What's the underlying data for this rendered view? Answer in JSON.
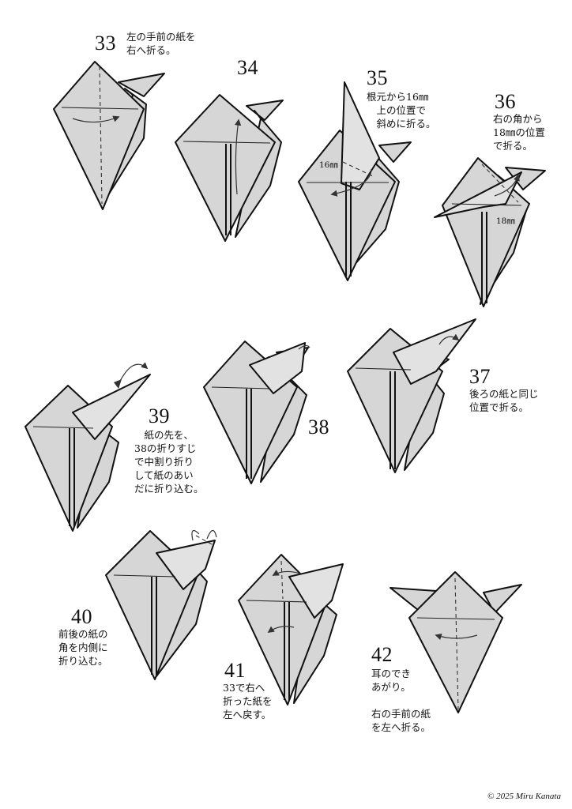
{
  "steps": [
    {
      "id": "33",
      "number": "33",
      "text": "左の手前の紙を\n右へ折る。"
    },
    {
      "id": "34",
      "number": "34",
      "text": ""
    },
    {
      "id": "35",
      "number": "35",
      "text": "根元から16㎜\n　上の位置で\n　斜めに折る。",
      "dimension": "16㎜"
    },
    {
      "id": "36",
      "number": "36",
      "text": "右の角から\n18㎜の位置\nで折る。",
      "dimension": "18㎜"
    },
    {
      "id": "37",
      "number": "37",
      "text": "後ろの紙と同じ\n位置で折る。"
    },
    {
      "id": "38",
      "number": "38",
      "text": ""
    },
    {
      "id": "39",
      "number": "39",
      "text": "　紙の先を、\n38の折りすじ\nで中割り折り\nして紙のあい\nだに折り込む。"
    },
    {
      "id": "40",
      "number": "40",
      "text": "前後の紙の\n角を内側に\n折り込む。"
    },
    {
      "id": "41",
      "number": "41",
      "text": "33で右へ\n折った紙を\n左へ戻す。"
    },
    {
      "id": "42",
      "number": "42",
      "text": "耳のでき\nあがり。\n\n右の手前の紙\nを左へ折る。"
    }
  ],
  "credit": "© 2025 Miru Kanata",
  "colors": {
    "paper": "#d6d6d6",
    "line": "#111111",
    "background": "#ffffff"
  }
}
